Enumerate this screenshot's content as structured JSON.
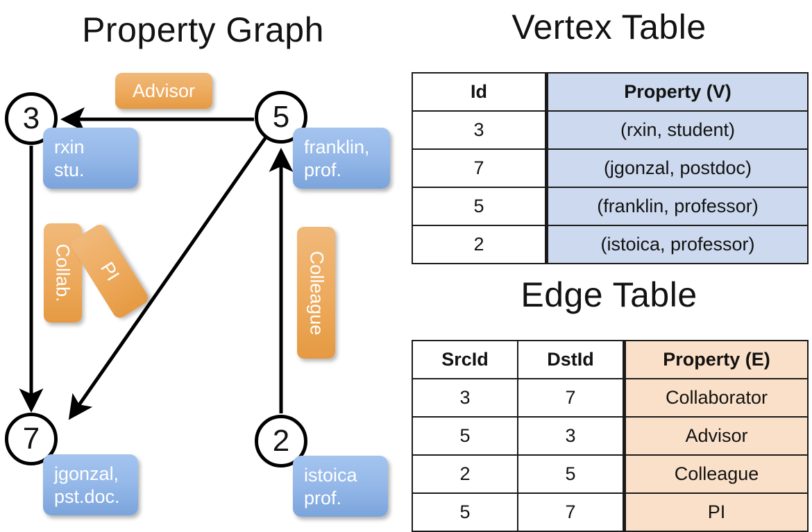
{
  "panels": {
    "graph_title": "Property Graph",
    "vertex_title": "Vertex Table",
    "edge_title": "Edge Table"
  },
  "graph": {
    "nodes": [
      {
        "id": "3",
        "name": "node-3",
        "property": "rxin\nstu."
      },
      {
        "id": "5",
        "name": "node-5",
        "property": "franklin,\nprof."
      },
      {
        "id": "7",
        "name": "node-7",
        "property": "jgonzal,\npst.doc."
      },
      {
        "id": "2",
        "name": "node-2",
        "property": "istoica\nprof."
      }
    ],
    "edges": [
      {
        "from": "5",
        "to": "3",
        "label": "Advisor"
      },
      {
        "from": "3",
        "to": "7",
        "label": "Collab."
      },
      {
        "from": "5",
        "to": "7",
        "label": "PI"
      },
      {
        "from": "2",
        "to": "5",
        "label": "Colleague"
      }
    ]
  },
  "vertex_table": {
    "headers": [
      "Id",
      "Property (V)"
    ],
    "rows": [
      {
        "id": "3",
        "property": "(rxin, student)"
      },
      {
        "id": "7",
        "property": "(jgonzal, postdoc)"
      },
      {
        "id": "5",
        "property": "(franklin, professor)"
      },
      {
        "id": "2",
        "property": "(istoica, professor)"
      }
    ]
  },
  "edge_table": {
    "headers": [
      "SrcId",
      "DstId",
      "Property (E)"
    ],
    "rows": [
      {
        "src": "3",
        "dst": "7",
        "property": "Collaborator"
      },
      {
        "src": "5",
        "dst": "3",
        "property": "Advisor"
      },
      {
        "src": "2",
        "dst": "5",
        "property": "Colleague"
      },
      {
        "src": "5",
        "dst": "7",
        "property": "PI"
      }
    ]
  },
  "colors": {
    "vertex_property_fill": "#ccd9ee",
    "edge_property_fill": "#fae0c8",
    "node_property_box": "#8cb2e4",
    "edge_label_box": "#eeab5f",
    "stroke": "#000000",
    "background": "#ffffff"
  }
}
